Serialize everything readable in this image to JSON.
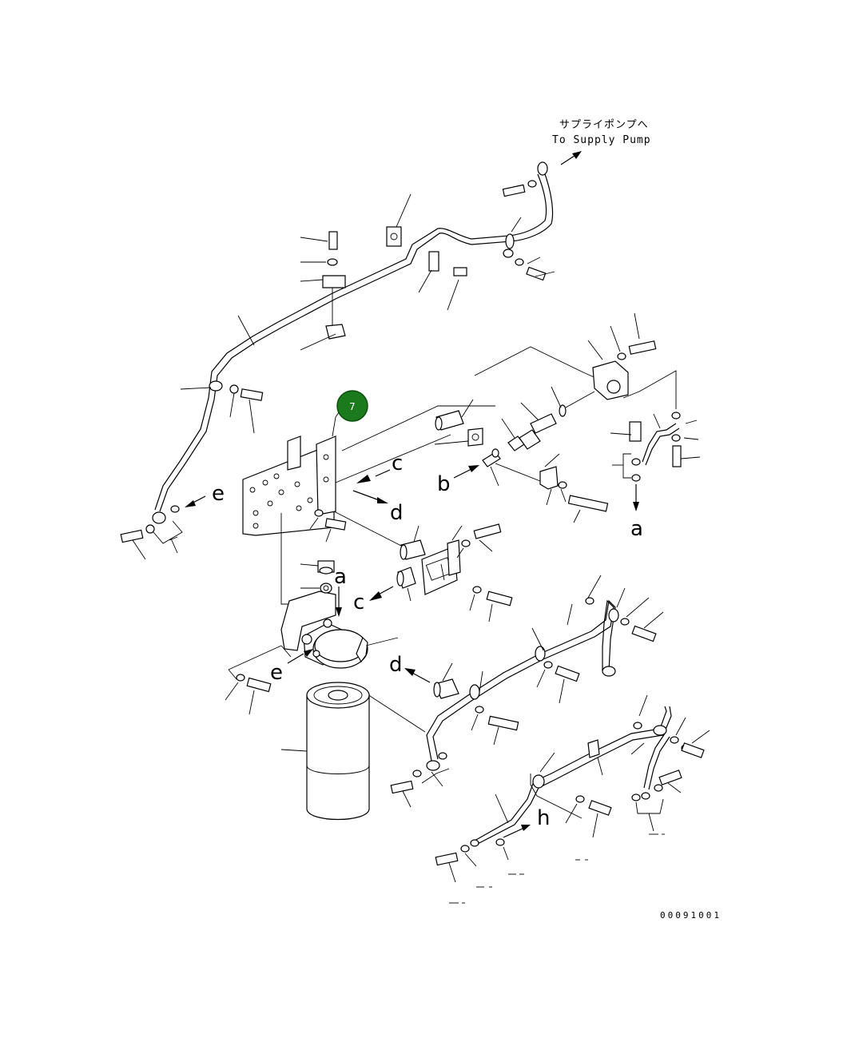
{
  "destination_note": {
    "japanese": "サプライポンプへ",
    "english": "To Supply Pump"
  },
  "callout": {
    "number": "7",
    "color": "#1b7a1b"
  },
  "connection_labels": {
    "a_top": "a",
    "a_mid": "a",
    "b": "b",
    "c_top": "c",
    "c_mid": "c",
    "d_top": "d",
    "d_mid": "d",
    "e_left": "e",
    "e_mid": "e",
    "h": "h"
  },
  "drawing_number": "00091001"
}
